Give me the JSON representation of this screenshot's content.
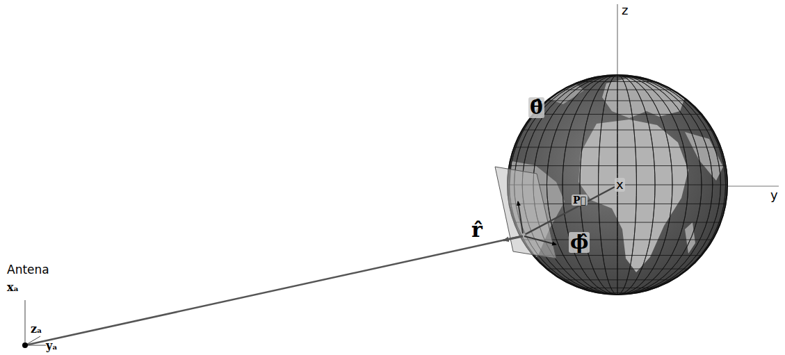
{
  "diagram": {
    "labels": [
      "z",
      "y",
      "x",
      "θ̂",
      "P⃗",
      "r̂",
      "ϕ̂",
      "Antena",
      "xₐ",
      "zₐ",
      "yₐ"
    ]
  }
}
